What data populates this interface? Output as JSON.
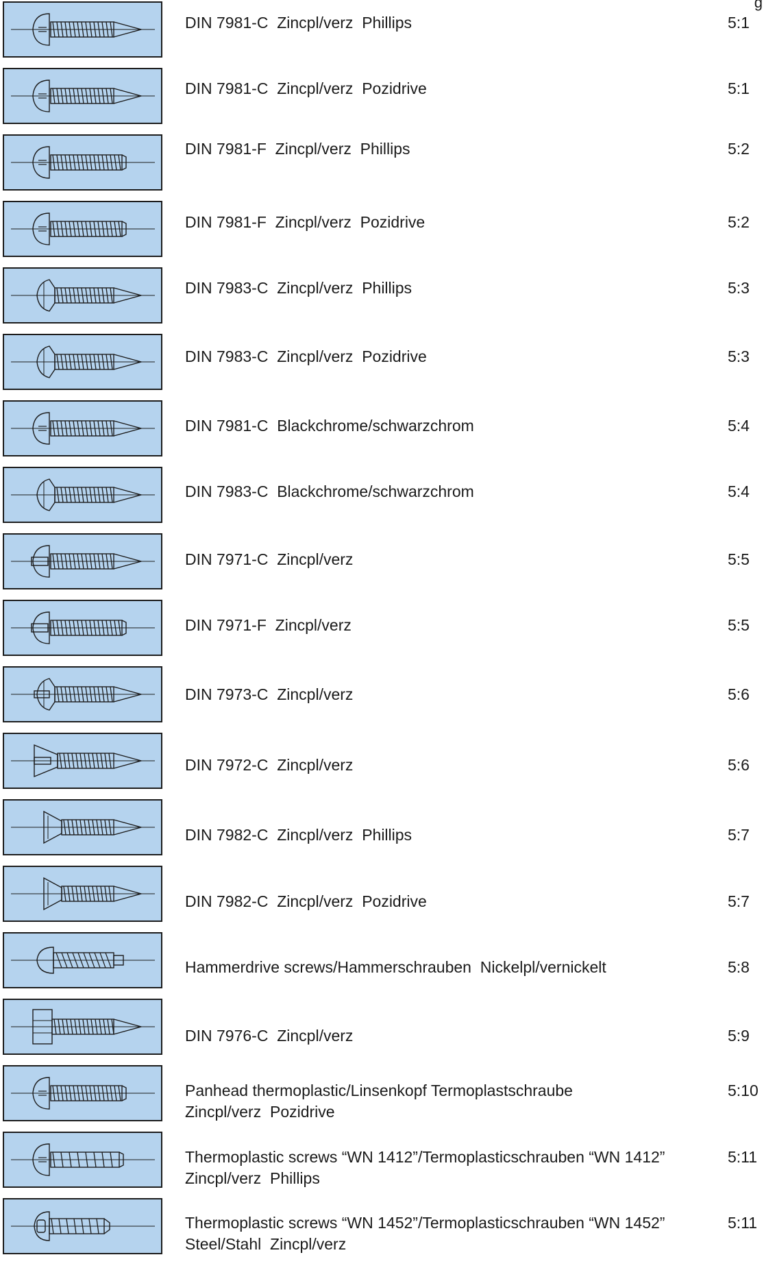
{
  "corner_text": "g",
  "rows": [
    {
      "line1": "DIN 7981-C  Zincpl/verz  Phillips",
      "line2": "",
      "page": "5:1",
      "icon": "pan-head-tapping-screw-icon",
      "head": "pan",
      "tip": "pointed"
    },
    {
      "line1": "DIN 7981-C  Zincpl/verz  Pozidrive",
      "line2": "",
      "page": "5:1",
      "icon": "pan-head-tapping-screw-icon",
      "head": "pan",
      "tip": "pointed"
    },
    {
      "line1": "DIN 7981-F  Zincpl/verz  Phillips",
      "line2": "",
      "page": "5:2",
      "icon": "pan-head-flat-end-screw-icon",
      "head": "pan",
      "tip": "flat"
    },
    {
      "line1": "DIN 7981-F  Zincpl/verz  Pozidrive",
      "line2": "",
      "page": "5:2",
      "icon": "pan-head-flat-end-screw-icon",
      "head": "pan",
      "tip": "flat"
    },
    {
      "line1": "DIN 7983-C  Zincpl/verz  Phillips",
      "line2": "",
      "page": "5:3",
      "icon": "raised-countersunk-screw-icon",
      "head": "raised",
      "tip": "pointed"
    },
    {
      "line1": "DIN 7983-C  Zincpl/verz  Pozidrive",
      "line2": "",
      "page": "5:3",
      "icon": "raised-countersunk-screw-icon",
      "head": "raised",
      "tip": "pointed"
    },
    {
      "line1": "DIN 7981-C  Blackchrome/schwarzchrom",
      "line2": "",
      "page": "5:4",
      "icon": "pan-head-tapping-screw-icon",
      "head": "pan",
      "tip": "pointed"
    },
    {
      "line1": "DIN 7983-C  Blackchrome/schwarzchrom",
      "line2": "",
      "page": "5:4",
      "icon": "raised-countersunk-screw-icon",
      "head": "raised",
      "tip": "pointed"
    },
    {
      "line1": "DIN 7971-C  Zincpl/verz",
      "line2": "",
      "page": "5:5",
      "icon": "slotted-pan-head-screw-icon",
      "head": "slotted",
      "tip": "pointed"
    },
    {
      "line1": "DIN 7971-F  Zincpl/verz",
      "line2": "",
      "page": "5:5",
      "icon": "slotted-pan-head-flat-end-screw-icon",
      "head": "slotted",
      "tip": "flat"
    },
    {
      "line1": "DIN 7973-C  Zincpl/verz",
      "line2": "",
      "page": "5:6",
      "icon": "slotted-raised-countersunk-screw-icon",
      "head": "slottedRaised",
      "tip": "pointed"
    },
    {
      "line1": "DIN 7972-C  Zincpl/verz",
      "line2": "",
      "page": "5:6",
      "icon": "slotted-countersunk-screw-icon",
      "head": "slottedCsk",
      "tip": "pointed"
    },
    {
      "line1": "DIN 7982-C  Zincpl/verz  Phillips",
      "line2": "",
      "page": "5:7",
      "icon": "countersunk-screw-icon",
      "head": "csk",
      "tip": "pointed"
    },
    {
      "line1": "DIN 7982-C  Zincpl/verz  Pozidrive",
      "line2": "",
      "page": "5:7",
      "icon": "countersunk-screw-icon",
      "head": "csk",
      "tip": "pointed"
    },
    {
      "line1": "Hammerdrive screws/Hammerschrauben  Nickelpl/vernickelt",
      "line2": "",
      "page": "5:8",
      "icon": "hammerdrive-screw-icon",
      "head": "dome",
      "tip": "hammer"
    },
    {
      "line1": "DIN 7976-C  Zincpl/verz",
      "line2": "",
      "page": "5:9",
      "icon": "hex-head-screw-icon",
      "head": "hex",
      "tip": "pointed"
    },
    {
      "line1": "Panhead thermoplastic/Linsenkopf Termoplastschraube",
      "line2": "Zincpl/verz  Pozidrive",
      "page": "5:10",
      "icon": "thermoplastic-panhead-screw-icon",
      "head": "pan",
      "tip": "plastic"
    },
    {
      "line1": "Thermoplastic screws “WN 1412”/Termoplasticschrauben “WN 1412”",
      "line2": "Zincpl/verz  Phillips",
      "page": "5:11",
      "icon": "thermoplastic-screw-wn1412-icon",
      "head": "pan",
      "tip": "wide"
    },
    {
      "line1": "Thermoplastic screws “WN 1452”/Termoplasticschrauben “WN 1452”",
      "line2": "Steel/Stahl  Zincpl/verz",
      "page": "5:11",
      "icon": "thermoplastic-screw-wn1452-icon",
      "head": "torx",
      "tip": "short"
    }
  ]
}
